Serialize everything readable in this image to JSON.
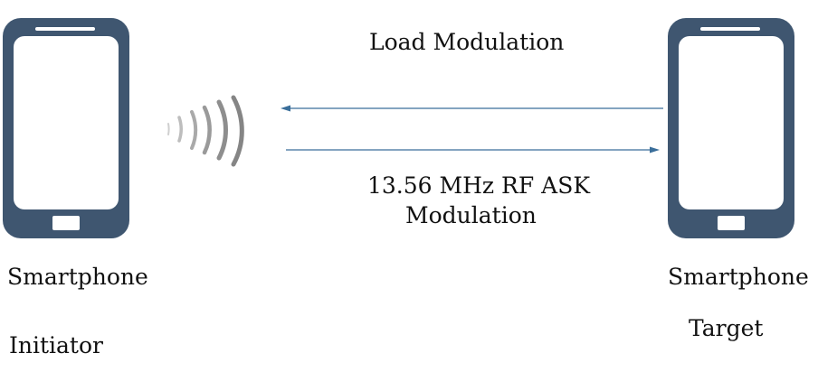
{
  "initiator": {
    "device_label": "Smartphone",
    "role_label": "Initiator"
  },
  "target": {
    "device_label": "Smartphone",
    "role_label": "Target"
  },
  "arrows": {
    "top_label": "Load Modulation",
    "bottom_label_line1": "13.56 MHz RF ASK",
    "bottom_label_line2": "Modulation"
  },
  "colors": {
    "phone_body": "#3f5670",
    "arrow": "#3a6e9a",
    "wave": "#8a8a8a"
  },
  "icons": {
    "phone": "smartphone-icon",
    "signal": "rf-signal-waves-icon"
  }
}
